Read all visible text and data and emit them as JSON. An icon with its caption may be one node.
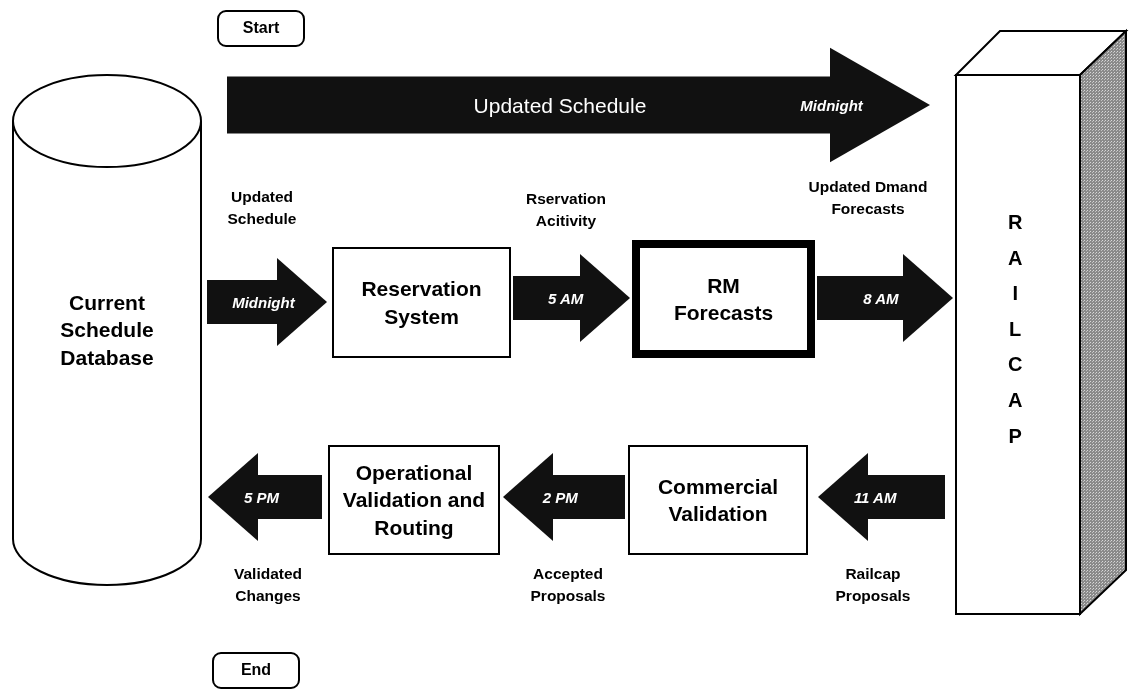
{
  "diagram": {
    "nodes": [
      {
        "text": [
          "Start"
        ]
      },
      {
        "text": [
          "Current Schedule Database"
        ]
      },
      {
        "text": [
          "Reservation System"
        ]
      },
      {
        "text": [
          "RM Forecasts"
        ]
      },
      {
        "text": [
          "RAILCAP"
        ]
      },
      {
        "text": [
          "Commercial Validation"
        ]
      },
      {
        "text": [
          "Operational Validation and Routing"
        ]
      },
      {
        "text": [
          "End"
        ]
      }
    ],
    "edges": [
      {
        "from": 1,
        "to": 4,
        "arrow": "to",
        "label": "Midnight"
      },
      {
        "from": 1,
        "to": 2,
        "arrow": "to",
        "label": "Midnight"
      },
      {
        "from": 2,
        "to": 3,
        "arrow": "to",
        "label": "5 AM"
      },
      {
        "from": 3,
        "to": 4,
        "arrow": "to",
        "label": "8 AM"
      },
      {
        "from": 4,
        "to": 5,
        "arrow": "to",
        "label": "11 AM"
      },
      {
        "from": 5,
        "to": 6,
        "arrow": "to",
        "label": "2 PM"
      },
      {
        "from": 6,
        "to": 1,
        "arrow": "to",
        "label": "5 PM"
      }
    ],
    "labels": [
      "Updated Schedule",
      "Updated Schedule",
      "Rservation Acitivity",
      "Updated Dmand Forecasts",
      "Validated Changes",
      "Accepted Proposals",
      "Railcap Proposals"
    ]
  }
}
